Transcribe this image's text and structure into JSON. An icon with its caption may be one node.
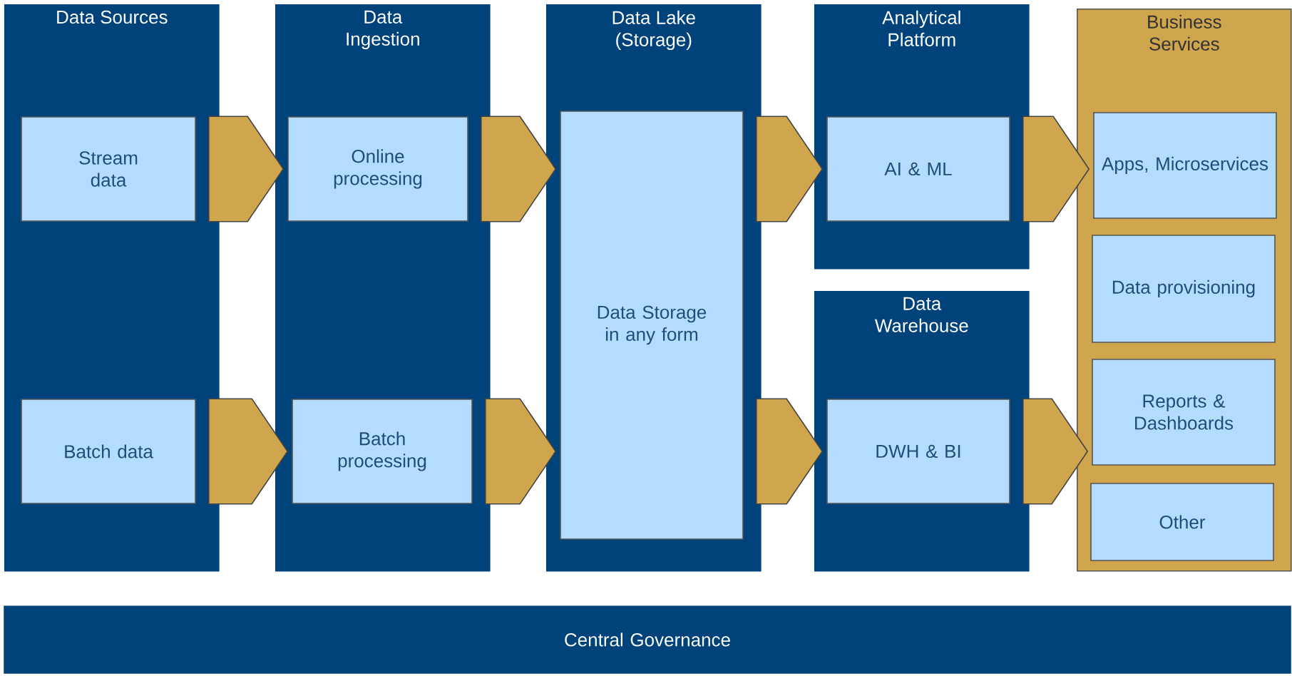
{
  "diagram": {
    "nodes": [
      {
        "text": [
          "Data Sources"
        ]
      },
      {
        "text": [
          "Stream data"
        ],
        "in": 0
      },
      {
        "text": [
          "Batch data"
        ],
        "in": 0
      },
      {
        "text": [
          "Data Ingestion"
        ]
      },
      {
        "text": [
          "Online processing"
        ],
        "in": 3
      },
      {
        "text": [
          "Batch processing"
        ],
        "in": 3
      },
      {
        "text": [
          "Data Lake (Storage)"
        ]
      },
      {
        "text": [
          "Data Storage in any form"
        ],
        "in": 6
      },
      {
        "text": [
          "Analytical Platform"
        ]
      },
      {
        "text": [
          "AI & ML"
        ],
        "in": 8
      },
      {
        "text": [
          "Data Warehouse"
        ]
      },
      {
        "text": [
          "DWH & BI"
        ],
        "in": 10
      },
      {
        "text": [
          "Business Services"
        ]
      },
      {
        "text": [
          "Apps, Microservices"
        ],
        "in": 12
      },
      {
        "text": [
          "Data provisioning"
        ],
        "in": 12
      },
      {
        "text": [
          "Reports & Dashboards"
        ],
        "in": 12
      },
      {
        "text": [
          "Other"
        ],
        "in": 12
      },
      {
        "text": [
          "Central Governance"
        ]
      }
    ],
    "edges": [
      {
        "from": 1,
        "to": 4,
        "arrow": "to"
      },
      {
        "from": 2,
        "to": 5,
        "arrow": "to"
      },
      {
        "from": 4,
        "to": 7,
        "arrow": "to"
      },
      {
        "from": 5,
        "to": 7,
        "arrow": "to"
      },
      {
        "from": 7,
        "to": 9,
        "arrow": "to"
      },
      {
        "from": 7,
        "to": 11,
        "arrow": "to"
      },
      {
        "from": 9,
        "to": 13,
        "arrow": "to"
      },
      {
        "from": 11,
        "to": 15,
        "arrow": "to"
      }
    ]
  }
}
